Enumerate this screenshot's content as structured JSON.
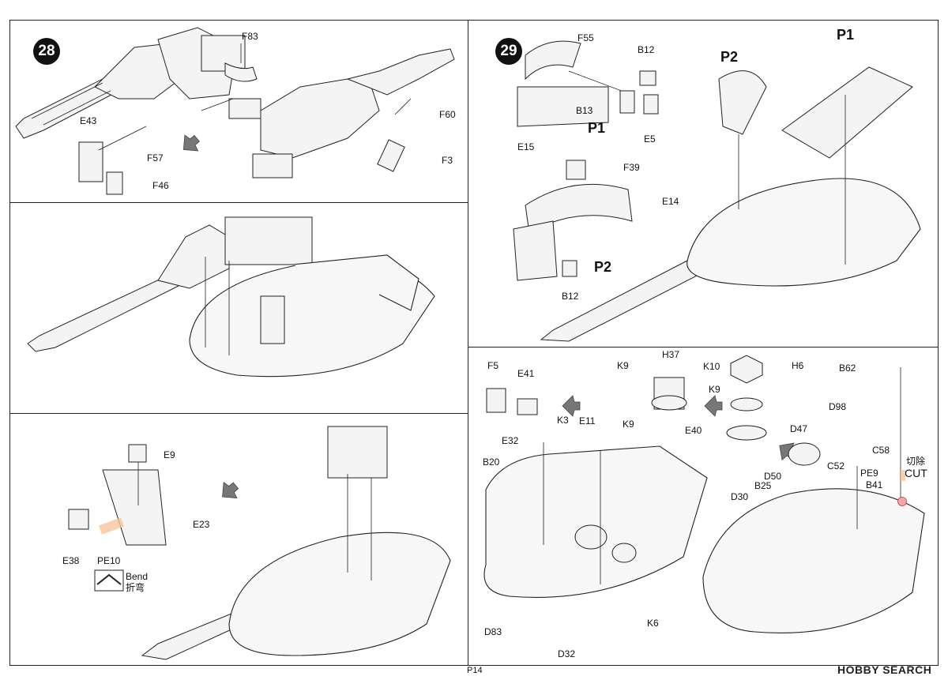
{
  "steps": {
    "s28": "28",
    "s29": "29"
  },
  "p28a": {
    "labels": [
      "F83",
      "E43",
      "F57",
      "F46",
      "F60",
      "F3"
    ]
  },
  "p28c": {
    "labels": [
      "E9",
      "E23",
      "E38",
      "PE10"
    ],
    "bend_en": "Bend",
    "bend_cn": "折弯"
  },
  "p29a": {
    "labels": [
      "F55",
      "B12",
      "B13",
      "E5",
      "E15",
      "F39",
      "E14",
      "B12"
    ],
    "sub_p1": "P1",
    "sub_p2": "P2",
    "big_p1": "P1",
    "big_p2": "P2"
  },
  "p29b": {
    "labels": [
      "F5",
      "E41",
      "K9",
      "H37",
      "K10",
      "H6",
      "B62",
      "K9",
      "K3",
      "E11",
      "K9",
      "E40",
      "E32",
      "B20",
      "D98",
      "D47",
      "C58",
      "D50",
      "C52",
      "B25",
      "PE9",
      "B41",
      "D30",
      "D83",
      "K6",
      "D32"
    ],
    "cut_cn": "切除",
    "cut_en": "CUT"
  },
  "footer": {
    "page": "P14",
    "logo": "HOBBY SEARCH"
  },
  "colors": {
    "tape": "#f6c79a",
    "cut_mark": "#f4a8a8",
    "arrow": "#777777"
  }
}
